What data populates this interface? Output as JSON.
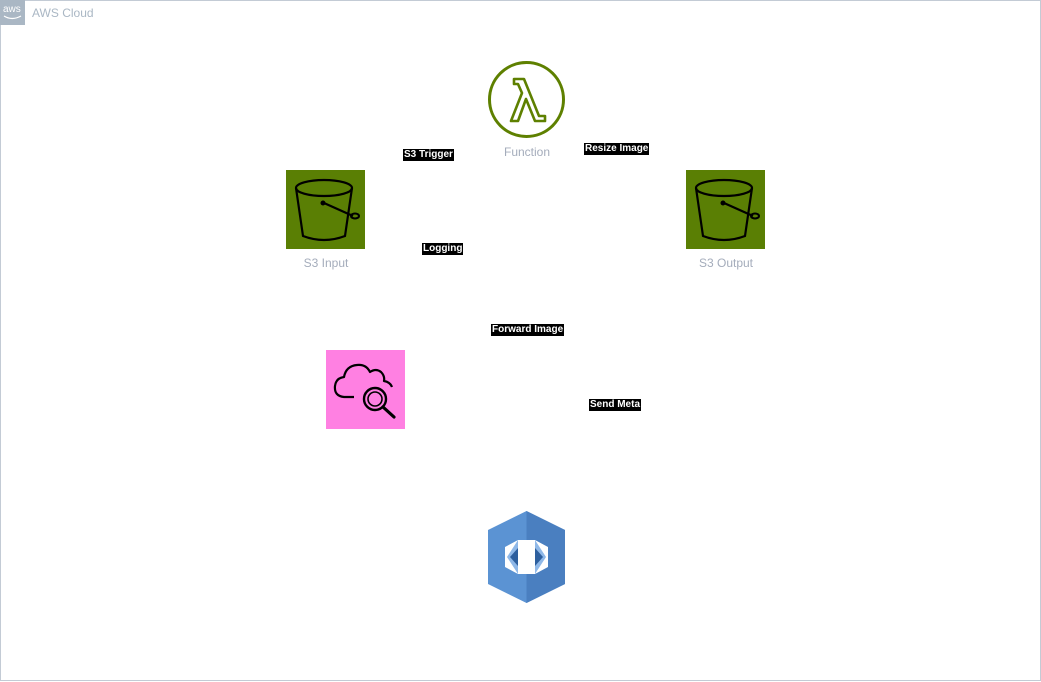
{
  "group": {
    "badge": "aws",
    "title": "AWS Cloud"
  },
  "nodes": {
    "lambda": {
      "label": "Function",
      "icon": "lambda-icon",
      "color": "#5e8000"
    },
    "s3_input": {
      "label": "S3 Input",
      "icon": "s3-bucket-icon",
      "color": "#5a7f04"
    },
    "s3_output": {
      "label": "S3 Output",
      "icon": "s3-bucket-icon",
      "color": "#5a7f04"
    },
    "cloudsearch": {
      "label": "",
      "icon": "cloud-search-icon",
      "color": "#ff80e2"
    },
    "service": {
      "label": "",
      "icon": "hexagon-service-icon",
      "color": "#5b93d3"
    }
  },
  "edges": {
    "s3_trigger": "S3 Trigger",
    "resize_image": "Resize Image",
    "logging": "Logging",
    "forward_image": "Forward Image",
    "send_meta": "Send Meta"
  }
}
